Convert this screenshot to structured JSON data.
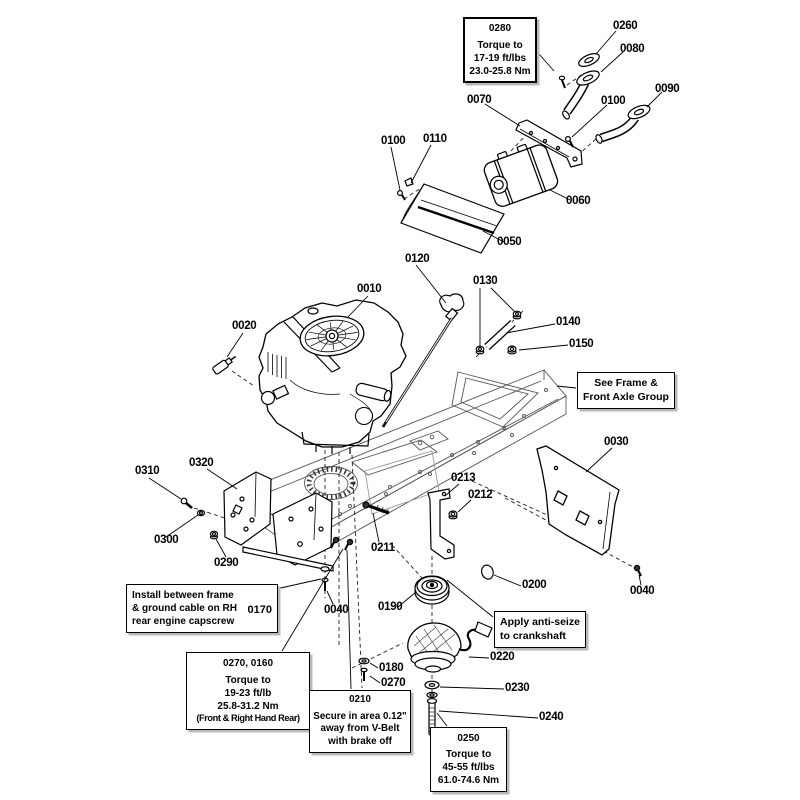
{
  "diagram": {
    "background": "#ffffff",
    "line_color": "#000000",
    "shadow_color": "#b9b9b9",
    "part_labels": [
      {
        "text": "0260"
      },
      {
        "text": "0080"
      },
      {
        "text": "0090"
      },
      {
        "text": "0070"
      },
      {
        "text": "0100"
      },
      {
        "text": "0100"
      },
      {
        "text": "0110"
      },
      {
        "text": "0060"
      },
      {
        "text": "0050"
      },
      {
        "text": "0120"
      },
      {
        "text": "0130"
      },
      {
        "text": "0010"
      },
      {
        "text": "0020"
      },
      {
        "text": "0140"
      },
      {
        "text": "0150"
      },
      {
        "text": "0030"
      },
      {
        "text": "0310"
      },
      {
        "text": "0320"
      },
      {
        "text": "0213"
      },
      {
        "text": "0212"
      },
      {
        "text": "0300"
      },
      {
        "text": "0211"
      },
      {
        "text": "0290"
      },
      {
        "text": "0200"
      },
      {
        "text": "0040"
      },
      {
        "text": "0040"
      },
      {
        "text": "0190"
      },
      {
        "text": "0220"
      },
      {
        "text": "0180"
      },
      {
        "text": "0270"
      },
      {
        "text": "0230"
      },
      {
        "text": "0240"
      }
    ],
    "callouts": {
      "torque_0280": {
        "part": "0280",
        "lines": [
          "Torque to",
          "17-19 ft/lbs",
          "23.0-25.8 Nm"
        ]
      },
      "see_frame": {
        "lines": [
          "See Frame &",
          "Front Axle Group"
        ]
      },
      "install_ground": {
        "part": "0170",
        "lines": [
          "Install between frame",
          "& ground cable on RH",
          "rear engine capscrew"
        ]
      },
      "torque_0270_0160": {
        "part": "0270, 0160",
        "lines": [
          "Torque to",
          "19-23 ft/lb",
          "25.8-31.2 Nm",
          "(Front & Right Hand Rear)"
        ]
      },
      "anti_seize": {
        "lines": [
          "Apply anti-seize",
          "to crankshaft"
        ]
      },
      "secure_0210": {
        "part": "0210",
        "lines": [
          "Secure in area 0.12\"",
          "away from V-Belt",
          "with brake off"
        ]
      },
      "torque_0250": {
        "part": "0250",
        "lines": [
          "Torque to",
          "45-55 ft/lbs",
          "61.0-74.6 Nm"
        ]
      }
    }
  }
}
